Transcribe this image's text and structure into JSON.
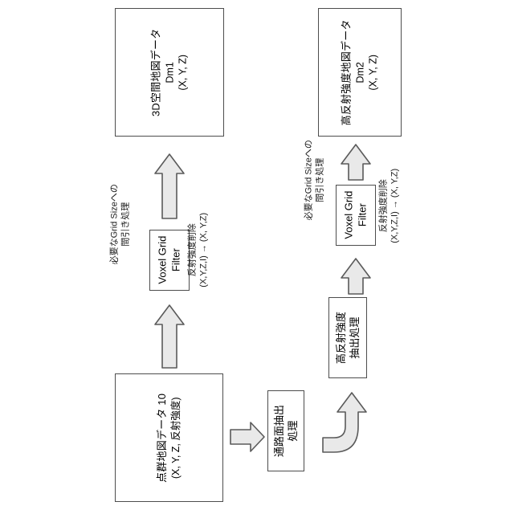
{
  "diagram": {
    "title": "Point cloud map data processing flow",
    "orientation": "rotated-90",
    "colors": {
      "box_border": "#4d4d4d",
      "box_fill": "#ffffff",
      "arrow_fill": "#e6e6e6",
      "arrow_stroke": "#595959",
      "text": "#000000"
    }
  },
  "nodes": {
    "map3d": {
      "line1": "3D空間地図データ",
      "line2": "Dm1",
      "line3": "(X, Y, Z)"
    },
    "map_reflect": {
      "line1": "高反射強度地図データ",
      "line2": "Dm2",
      "line3": "(X, Y, Z)"
    },
    "pointcloud": {
      "line1": "点群地図データ 10",
      "line2": "(X, Y, Z, 反射強度)"
    },
    "voxel1": {
      "line1": "Voxel Grid",
      "line2": "Filter"
    },
    "voxel2": {
      "line1": "Voxel Grid",
      "line2": "Filter"
    },
    "road_extract": {
      "line1": "通路面抽出",
      "line2": "処理"
    },
    "high_reflect_extract": {
      "line1": "高反射強度",
      "line2": "抽出処理"
    }
  },
  "labels": {
    "grid_size_1": {
      "line1": "必要なGrid Sizeへの",
      "line2": "間引き処理"
    },
    "reflect_remove_1": {
      "line1": "反射強度削除",
      "line2": "(X,Y,Z,I) → (X, Y,Z)"
    },
    "grid_size_2": {
      "line1": "必要なGrid Sizeへの",
      "line2": "間引き処理"
    },
    "reflect_remove_2": {
      "line1": "反射強度削除",
      "line2": "(X,Y,Z,I) → (X, Y,Z)"
    }
  },
  "arrows": {
    "pointcloud_to_voxel1": "up-arrow",
    "voxel1_to_map3d": "up-arrow",
    "pointcloud_to_road": "right-arrow",
    "road_to_highreflect": "elbow-up-arrow",
    "highreflect_to_voxel2": "up-arrow",
    "voxel2_to_map_reflect": "up-arrow"
  }
}
